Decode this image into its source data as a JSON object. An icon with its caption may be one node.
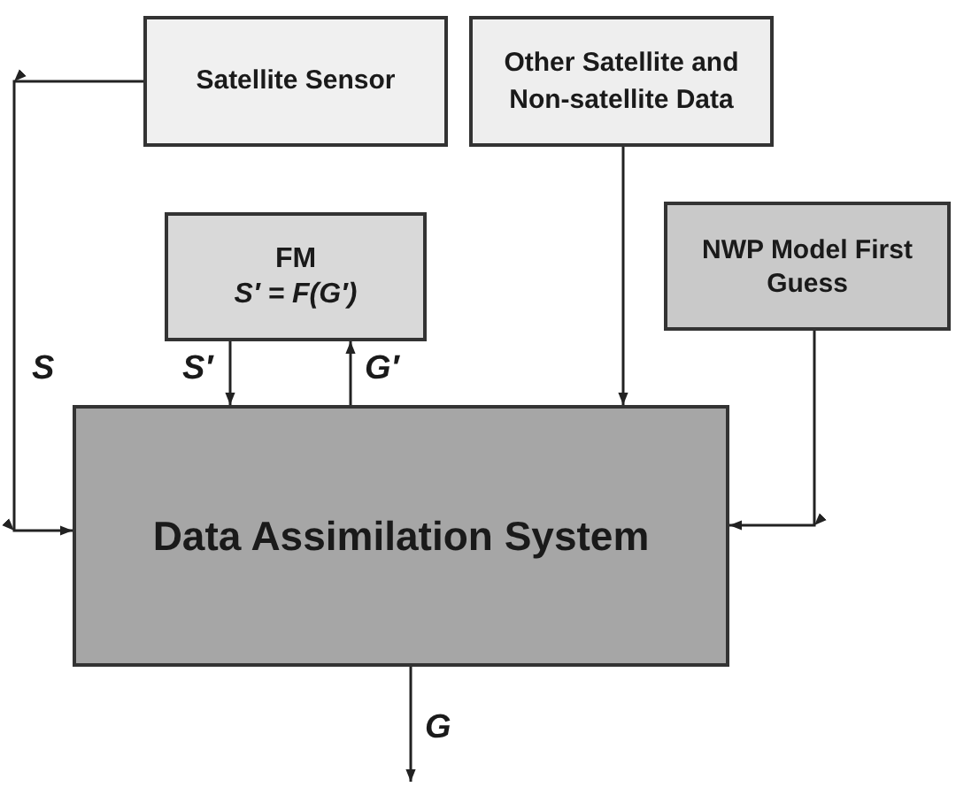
{
  "diagram": {
    "nodes": [
      {
        "text": [
          "Satellite Sensor"
        ]
      },
      {
        "text": [
          "Other Satellite and Non-satellite Data"
        ]
      },
      {
        "text": [
          "FM",
          "S′ = F(G′)"
        ]
      },
      {
        "text": [
          "NWP Model First Guess"
        ]
      },
      {
        "text": [
          "Data Assimilation System"
        ]
      }
    ],
    "edges": [
      {
        "from": 0,
        "to": 4,
        "arrow": "to",
        "label": "S"
      },
      {
        "from": 2,
        "to": 4,
        "arrow": "to",
        "label": "S′"
      },
      {
        "from": 4,
        "to": 2,
        "arrow": "to",
        "label": "G′"
      },
      {
        "from": 1,
        "to": 4,
        "arrow": "to"
      },
      {
        "from": 3,
        "to": 4,
        "arrow": "to"
      },
      {
        "from": 4,
        "to": null,
        "arrow": "to",
        "label": "G"
      }
    ]
  }
}
